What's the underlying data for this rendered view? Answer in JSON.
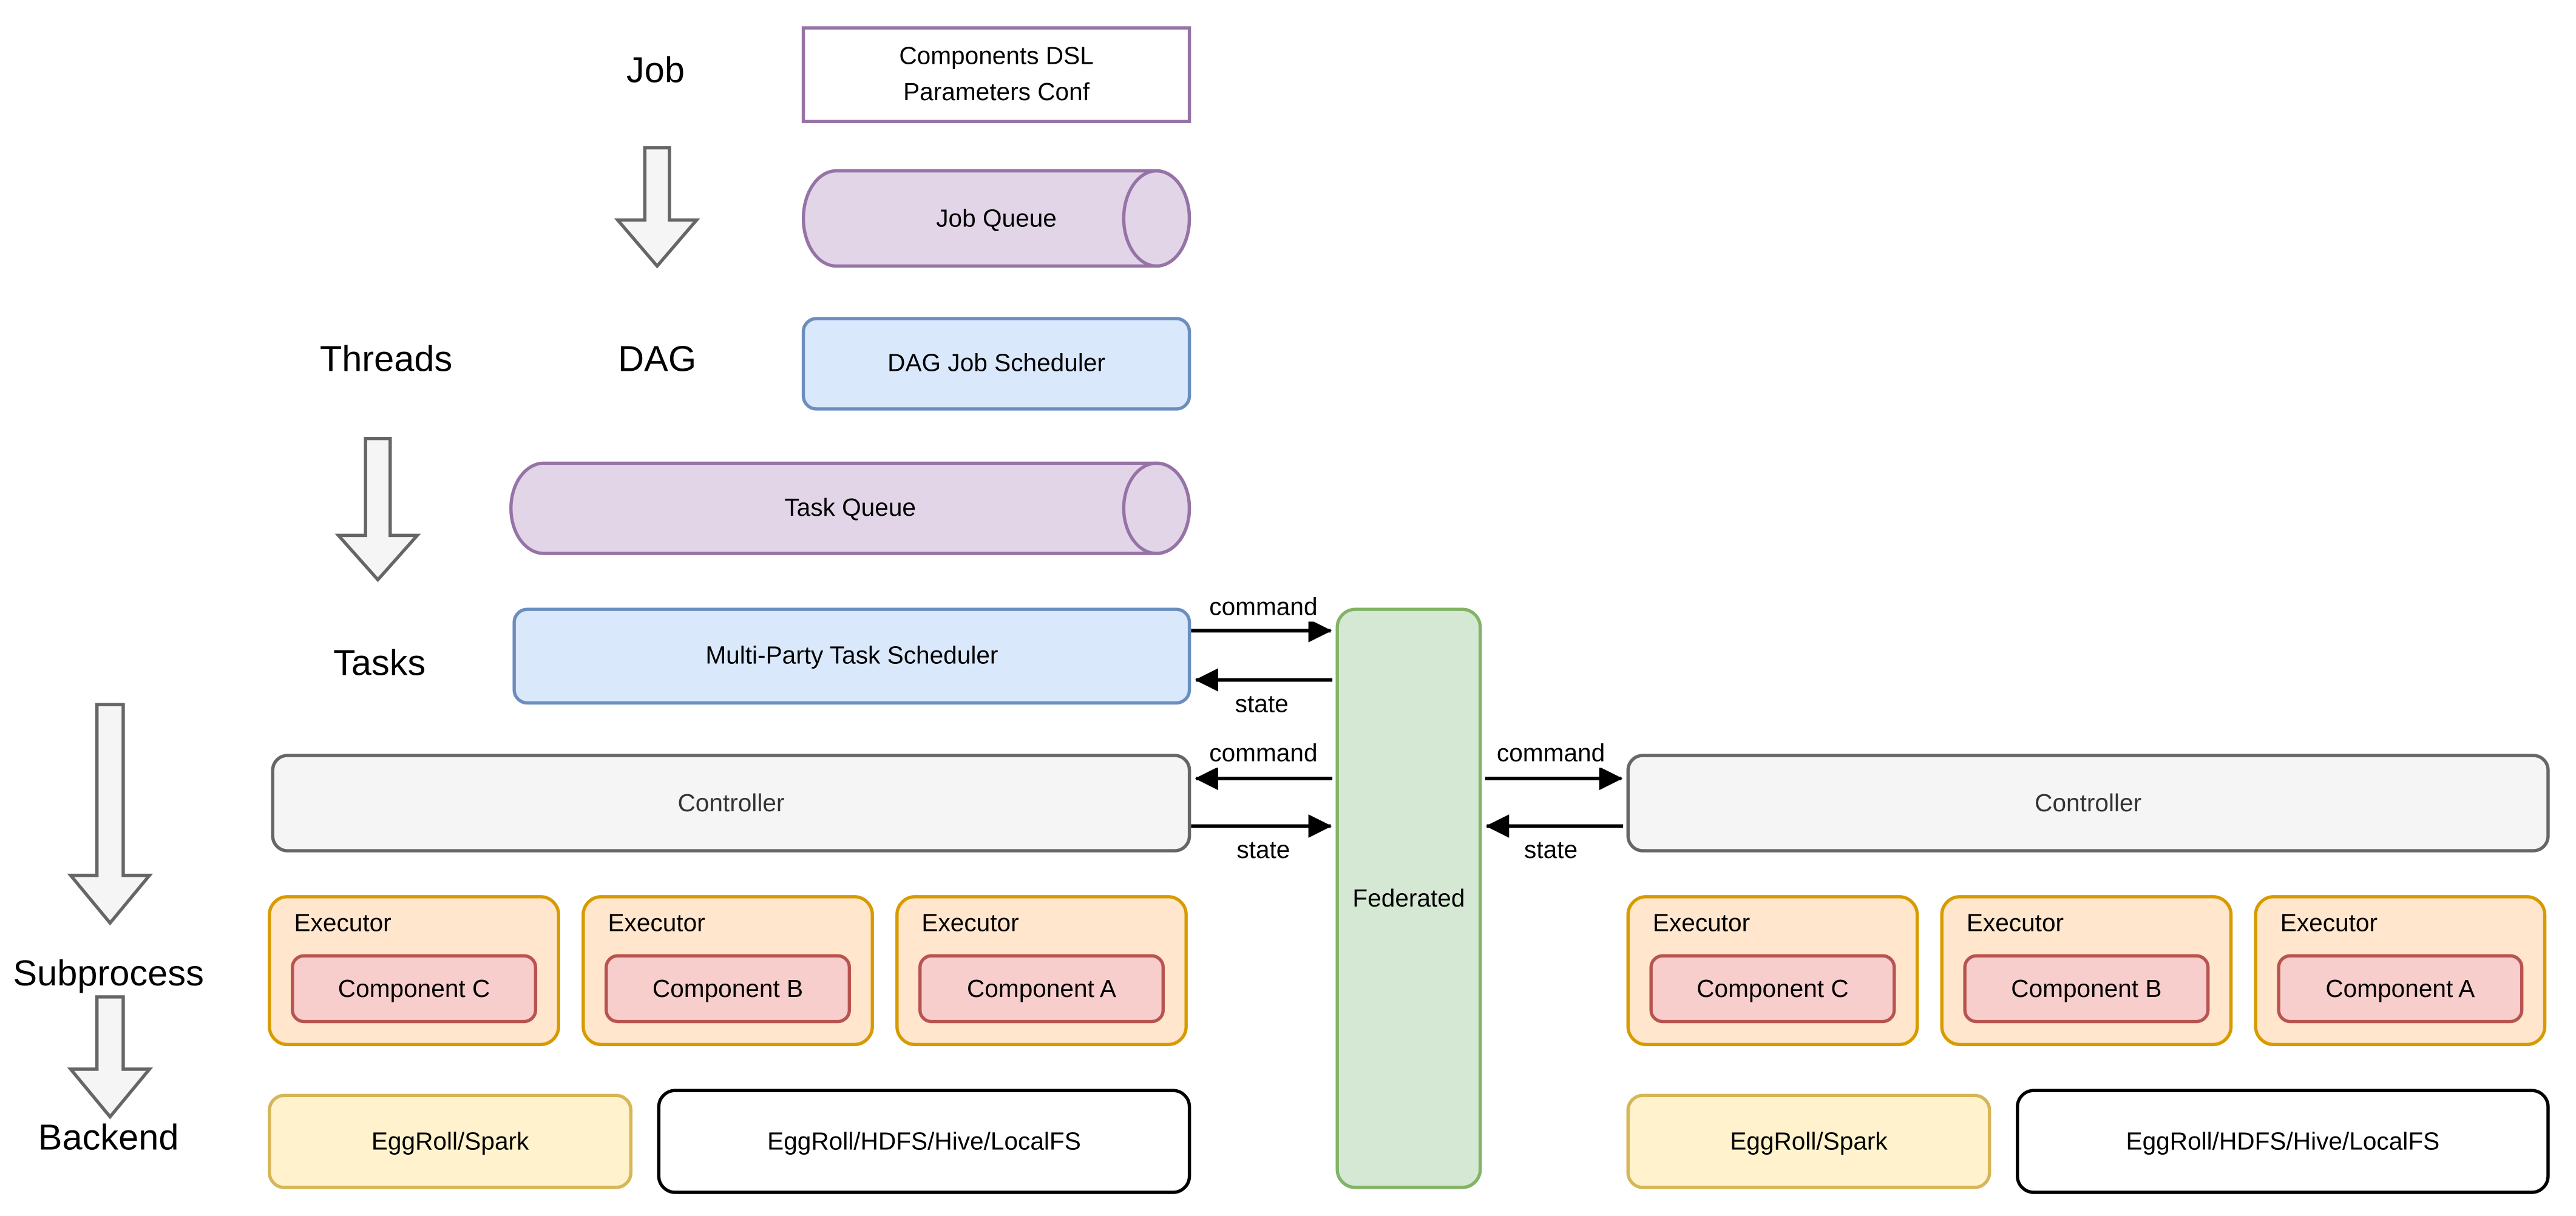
{
  "labels": {
    "job": "Job",
    "threads": "Threads",
    "dag": "DAG",
    "tasks": "Tasks",
    "subprocess": "Subprocess",
    "backend": "Backend"
  },
  "nodes": {
    "components_dsl": {
      "line1": "Components DSL",
      "line2": "Parameters Conf"
    },
    "job_queue": "Job Queue",
    "dag_job_scheduler": "DAG Job Scheduler",
    "task_queue": "Task Queue",
    "multi_party_task_scheduler": "Multi-Party Task Scheduler",
    "federated": "Federated",
    "controller": "Controller",
    "executor": "Executor",
    "components": [
      "Component C",
      "Component B",
      "Component A"
    ],
    "backend_compute": "EggRoll/Spark",
    "backend_storage": "EggRoll/HDFS/Hive/LocalFS"
  },
  "edges": {
    "command": "command",
    "state": "state"
  },
  "colors": {
    "queue_fill": "#e1d5e7",
    "queue_stroke": "#9673a6",
    "scheduler_fill": "#dae8fc",
    "scheduler_stroke": "#6c8ebf",
    "federated_fill": "#d5e8d4",
    "federated_stroke": "#82b366",
    "executor_fill": "#ffe6cc",
    "executor_stroke": "#d79b00",
    "component_fill": "#f8cecc",
    "component_stroke": "#b85450",
    "backend_compute_fill": "#fff2cc",
    "backend_compute_stroke": "#d6b656",
    "controller_fill": "#f5f5f5",
    "controller_stroke": "#666666",
    "flow_arrow_fill": "#f5f5f5",
    "flow_arrow_stroke": "#666666",
    "connector": "#000000"
  }
}
